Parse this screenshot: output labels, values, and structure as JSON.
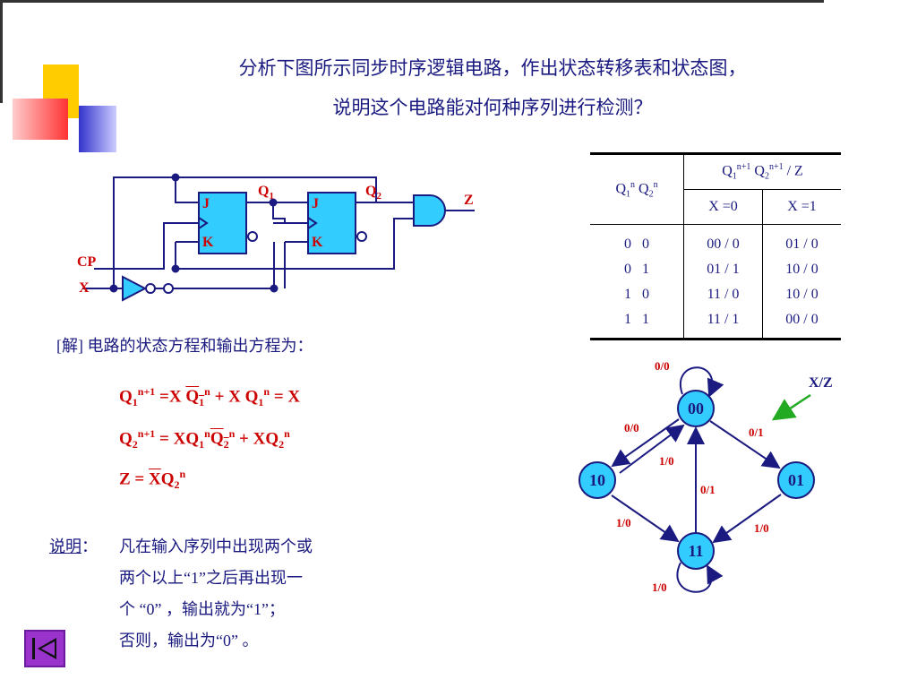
{
  "title": {
    "line1": "分析下图所示同步时序逻辑电路，作出状态转移表和状态图，",
    "line2": "说明这个电路能对何种序列进行检测？"
  },
  "circuit": {
    "ff1_q": "Q",
    "ff1_q_sub": "1",
    "ff2_q": "Q",
    "ff2_q_sub": "2",
    "j": "J",
    "k": "K",
    "cp": "CP",
    "x": "X",
    "z": "Z"
  },
  "table": {
    "present_state_header": {
      "q": "Q",
      "s1": "1",
      "n": "n",
      "s2": "2"
    },
    "next_state_header": {
      "q": "Q",
      "s1": "1",
      "n1": "n+1",
      "s2": "2",
      "tail": " / Z"
    },
    "col_x0": "X =0",
    "col_x1": "X =1",
    "rows": [
      {
        "state": "0   0",
        "x0": "00 / 0",
        "x1": "01 / 0"
      },
      {
        "state": "0   1",
        "x0": "01 / 1",
        "x1": "10 / 0"
      },
      {
        "state": "1   0",
        "x0": "11 / 0",
        "x1": "10 / 0"
      },
      {
        "state": "1   1",
        "x0": "11 / 1",
        "x1": "00 / 0"
      }
    ]
  },
  "solution_label": "[解] 电路的状态方程和输出方程为：",
  "equations": {
    "e1": {
      "a": "Q",
      "s": "1",
      "n1": "n+1",
      "eq": " =X ",
      "b": "Q",
      "bs": "1",
      "bn": "n",
      "plus": " + X Q",
      "cs": "1",
      "cn": "n",
      "tail": " = X"
    },
    "e2": {
      "a": "Q",
      "s": "2",
      "n1": "n+1",
      "eq": " = XQ",
      "bs": "1",
      "bn": "n",
      "c": "Q",
      "cs": "2",
      "cn": "n",
      "plus": "  + XQ",
      "ds": "2",
      "dn": "n"
    },
    "e3": {
      "a": "Z = ",
      "b": "X",
      "c": "Q",
      "cs": "2",
      "cn": "n"
    }
  },
  "note": {
    "label": "说明",
    "colon": "：",
    "lines": [
      "凡在输入序列中出现两个或",
      "两个以上“1”之后再出现一",
      "个 “0” ，输出就为“1”；",
      "否则，输出为“0” 。"
    ]
  },
  "state_diagram": {
    "states": [
      "00",
      "01",
      "10",
      "11"
    ],
    "legend": "X/Z",
    "edges": {
      "s00_self": "0/0",
      "s00_to_01": "0/1",
      "s00_to_10": "0/0",
      "s10_to_00": "1/0",
      "s11_to_00": "0/1",
      "s01_to_11": "1/0",
      "s10_to_11": "1/0",
      "s11_self": "1/0"
    },
    "node_fill": "#33ccff",
    "edge_color": "#1a1a80",
    "legend_arrow_color": "#22aa22"
  },
  "colors": {
    "text": "#1a1a80",
    "accent": "#cc0000",
    "ff_fill": "#33ccff"
  }
}
